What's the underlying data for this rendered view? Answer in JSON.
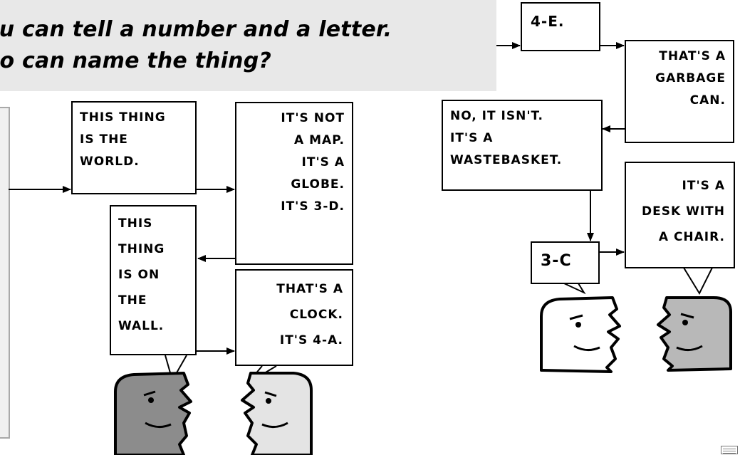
{
  "header": {
    "line1": "ou can tell a number and a letter.",
    "line2": "ho can name the thing?"
  },
  "boxes": {
    "four_e": [
      "4-E."
    ],
    "garbage_can": [
      "THAT'S A",
      "GARBAGE",
      "CAN."
    ],
    "wastebasket": [
      "NO, IT ISN'T.",
      "IT'S A",
      "WASTEBASKET."
    ],
    "world": [
      "THIS THING",
      "IS THE",
      "WORLD."
    ],
    "globe": [
      "IT'S NOT",
      "A MAP.",
      "IT'S A",
      "GLOBE.",
      "IT'S 3-D."
    ],
    "on_wall": [
      "THIS",
      "THING",
      "IS ON",
      "THE",
      "WALL."
    ],
    "clock": [
      "THAT'S A",
      "CLOCK.",
      "IT'S 4-A."
    ],
    "desk": [
      "IT'S A",
      "DESK WITH",
      "A CHAIR."
    ],
    "three_c": [
      "3-C"
    ]
  },
  "colors": {
    "dark_head": "#8c8c8c",
    "light_head": "#e4e4e4",
    "white_head": "#ffffff",
    "mid_head": "#b8b8b8",
    "banner": "#e8e8e8"
  },
  "icons": [
    "speaker-head-icon",
    "arrow-icon"
  ]
}
